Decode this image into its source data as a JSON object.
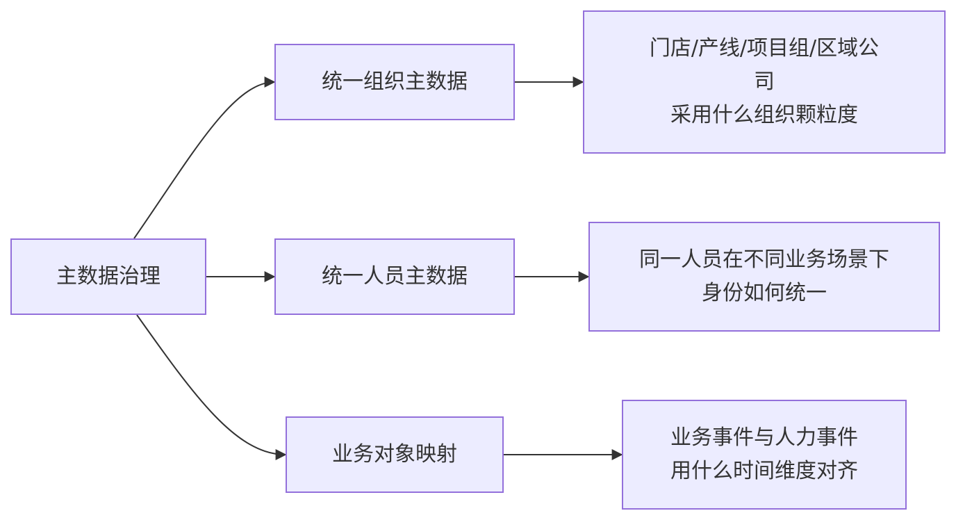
{
  "nodes": {
    "root": {
      "label": "主数据治理"
    },
    "org": {
      "label": "统一组织主数据"
    },
    "person": {
      "label": "统一人员主数据"
    },
    "object": {
      "label": "业务对象映射"
    },
    "org_q": {
      "lines": [
        "门店/产线/项目组/区域公",
        "司",
        "采用什么组织颗粒度"
      ]
    },
    "person_q": {
      "lines": [
        "同一人员在不同业务场景下",
        "身份如何统一"
      ]
    },
    "object_q": {
      "lines": [
        "业务事件与人力事件",
        "用什么时间维度对齐"
      ]
    }
  },
  "colors": {
    "node_fill": "#ececff",
    "node_border": "#9370db",
    "edge": "#333333",
    "text": "#333333"
  }
}
